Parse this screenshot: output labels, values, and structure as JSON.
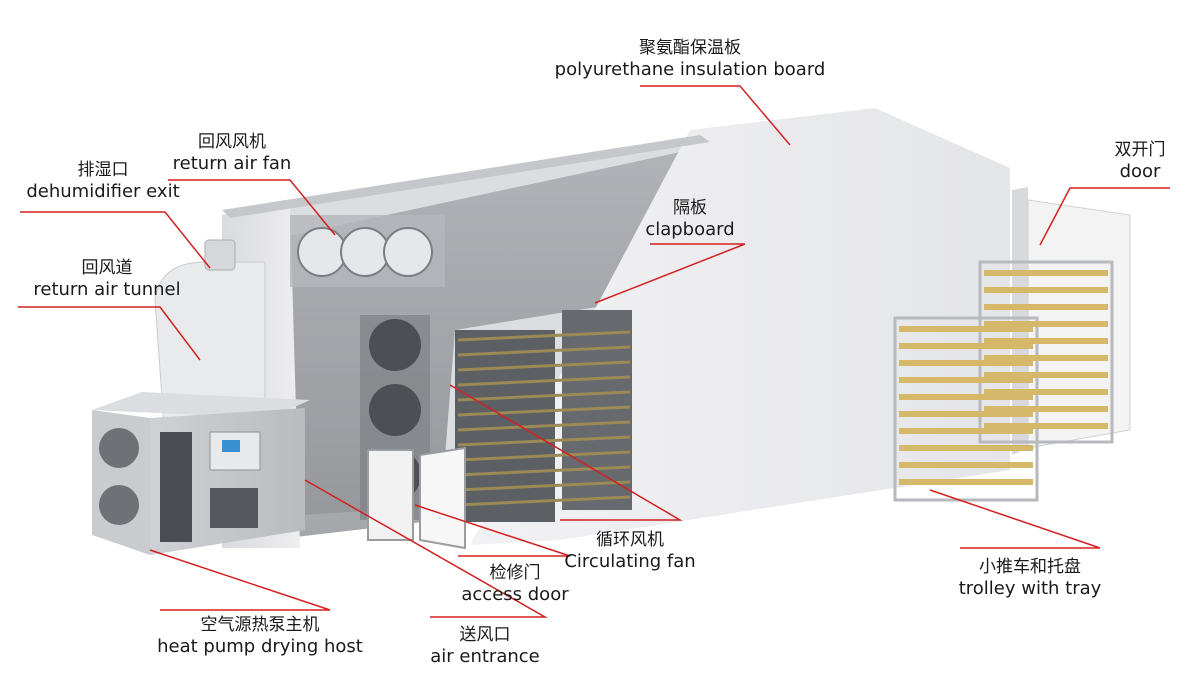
{
  "colors": {
    "leader": "#d42020",
    "body": "#ececee",
    "frame": "#c8c9cc",
    "tray": "#d6b86a",
    "dark": "#3a3c40"
  },
  "labels": {
    "insulation": {
      "zh": "聚氨酯保温板",
      "en": "polyurethane insulation board"
    },
    "door": {
      "zh": "双开门",
      "en": "door"
    },
    "return_fan": {
      "zh": "回风风机",
      "en": "return air fan"
    },
    "dehumidifier": {
      "zh": "排湿口",
      "en": "dehumidifier exit"
    },
    "clapboard": {
      "zh": "隔板",
      "en": "clapboard"
    },
    "return_tunnel": {
      "zh": "回风道",
      "en": "return air tunnel"
    },
    "circulating_fan": {
      "zh": "循环风机",
      "en": "Circulating fan"
    },
    "access_door": {
      "zh": "检修门",
      "en": "access door"
    },
    "trolley": {
      "zh": "小推车和托盘",
      "en": "trolley with tray"
    },
    "heat_pump": {
      "zh": "空气源热泵主机",
      "en": "heat pump drying host"
    },
    "air_entrance": {
      "zh": "送风口",
      "en": "air entrance"
    }
  }
}
